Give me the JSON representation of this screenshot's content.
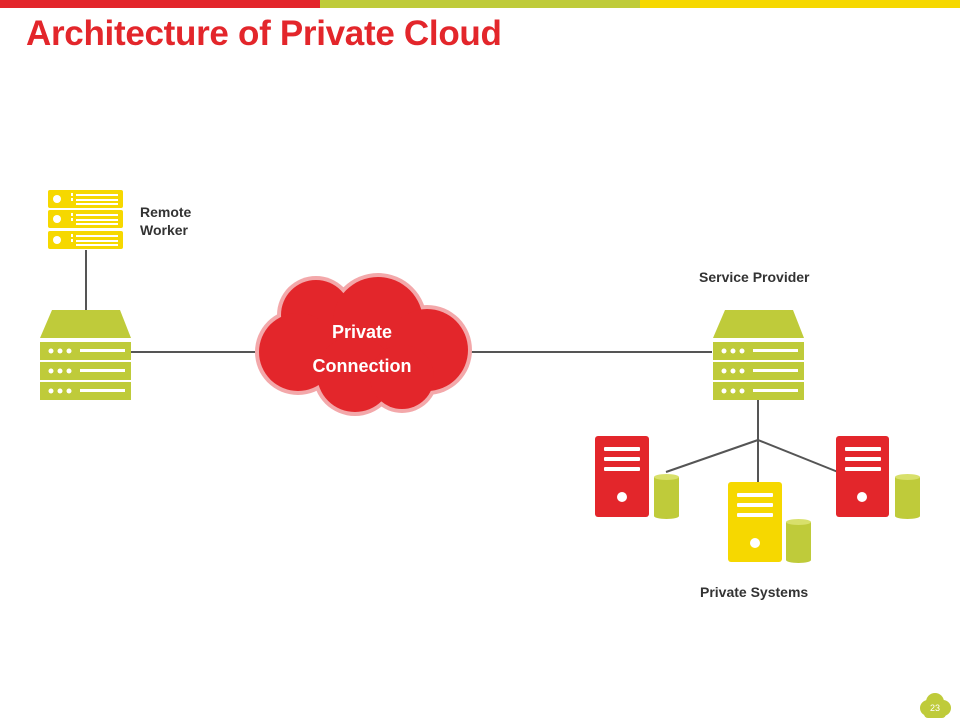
{
  "slide": {
    "title": "Architecture of Private Cloud",
    "page_number": "23"
  },
  "colors": {
    "accent_red": "#e3262b",
    "accent_green": "#bfcb3a",
    "accent_yellow": "#f6d800",
    "connector": "#555555",
    "cloud_outline": "#f3a8aa"
  },
  "diagram": {
    "remote_worker_label_line1": "Remote",
    "remote_worker_label_line2": "Worker",
    "service_provider_label": "Service Provider",
    "cloud_label_line1": "Private",
    "cloud_label_line2": "Connection",
    "private_systems_label": "Private Systems"
  }
}
